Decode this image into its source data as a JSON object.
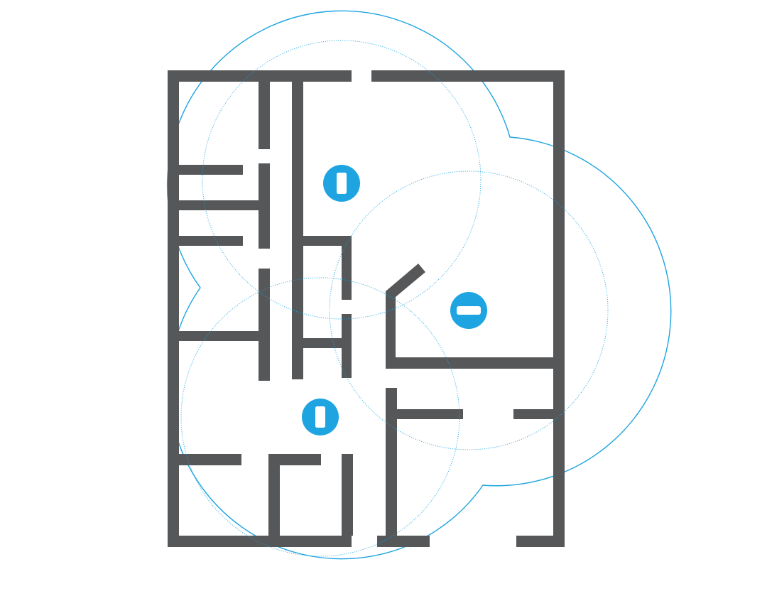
{
  "colors": {
    "walls": "#555759",
    "coverage": "#1ea4e0",
    "marker": "#1ea4e0",
    "background": "#ffffff"
  },
  "devices": [
    {
      "id": "tower-top",
      "icon": "mesh-node-tower-icon"
    },
    {
      "id": "router",
      "icon": "router-icon"
    },
    {
      "id": "tower-bottom",
      "icon": "mesh-node-tower-icon"
    }
  ],
  "coverage": {
    "union_outline": true,
    "per_device_rings": true
  }
}
